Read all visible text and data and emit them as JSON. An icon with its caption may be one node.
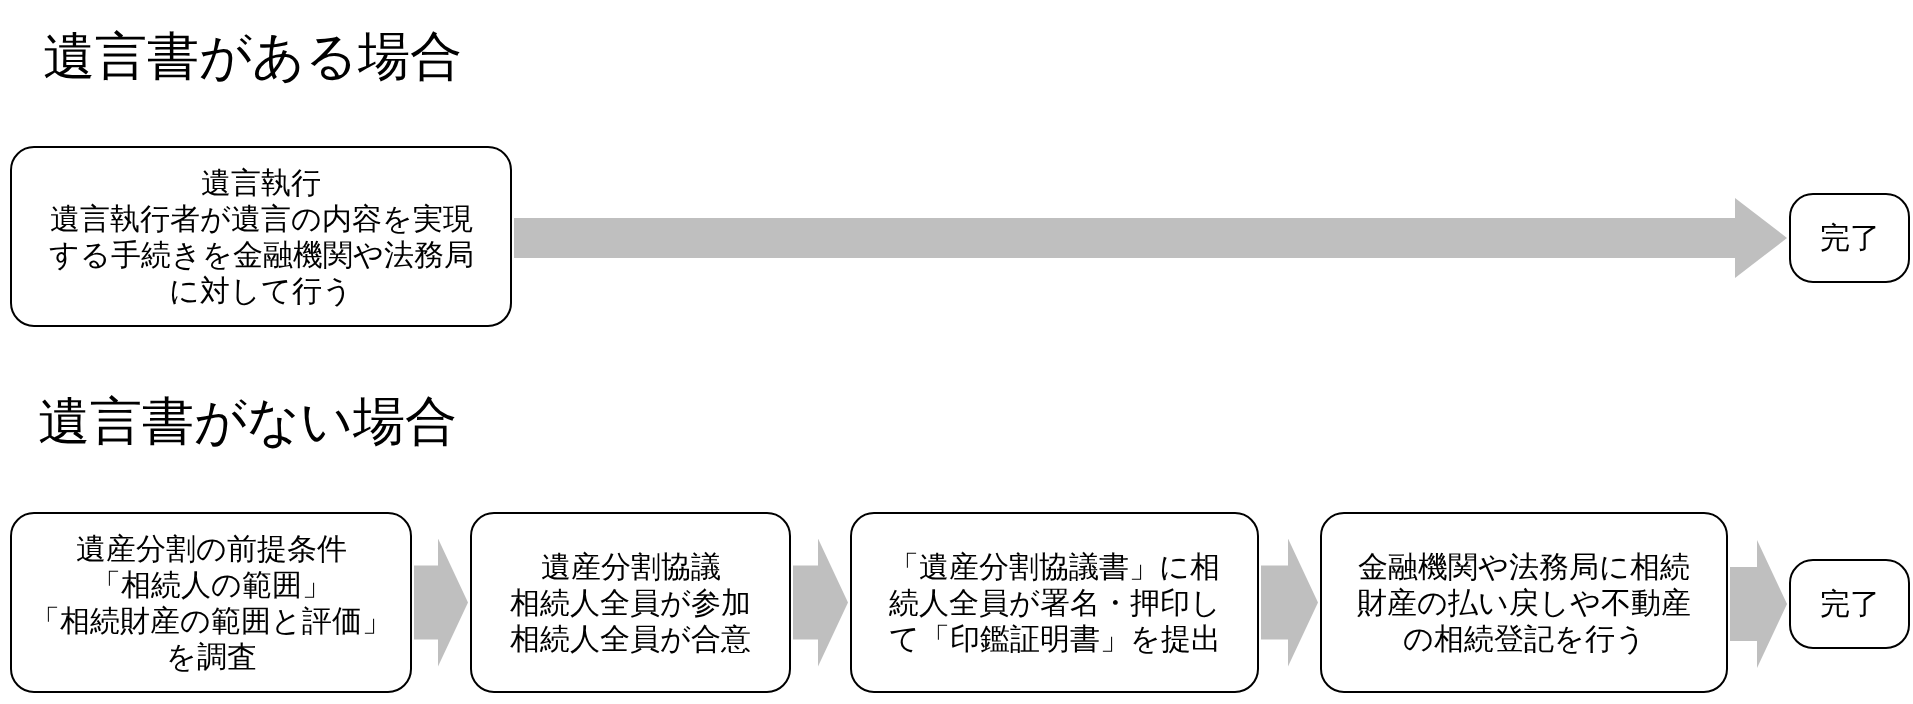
{
  "diagram": {
    "nodes": [
      {
        "text": [
          "遺言執行",
          "遺言執行者が遺言の内容を実現する手続きを金融機関や法務局に対して行う"
        ]
      },
      {
        "text": [
          "完了"
        ]
      },
      {
        "text": [
          "遺産分割の前提条件",
          "「相続人の範囲」",
          "「相続財産の範囲と評価」",
          "を調査"
        ]
      },
      {
        "text": [
          "遺産分割協議",
          "相続人全員が参加",
          "相続人全員が合意"
        ]
      },
      {
        "text": [
          "「遺産分割協議書」に相続人全員が署名・押印して「印鑑証明書」を提出"
        ]
      },
      {
        "text": [
          "金融機関や法務局に相続財産の払い戻しや不動産の相続登記を行う"
        ]
      },
      {
        "text": [
          "完了"
        ]
      }
    ],
    "edges": [
      {
        "from": 0,
        "to": 1,
        "arrow": "to"
      },
      {
        "from": 2,
        "to": 3,
        "arrow": "to"
      },
      {
        "from": 3,
        "to": 4,
        "arrow": "to"
      },
      {
        "from": 4,
        "to": 5,
        "arrow": "to"
      },
      {
        "from": 5,
        "to": 6,
        "arrow": "to"
      }
    ],
    "labels": [
      "遺言書がある場合",
      "遺言書がない場合"
    ]
  }
}
